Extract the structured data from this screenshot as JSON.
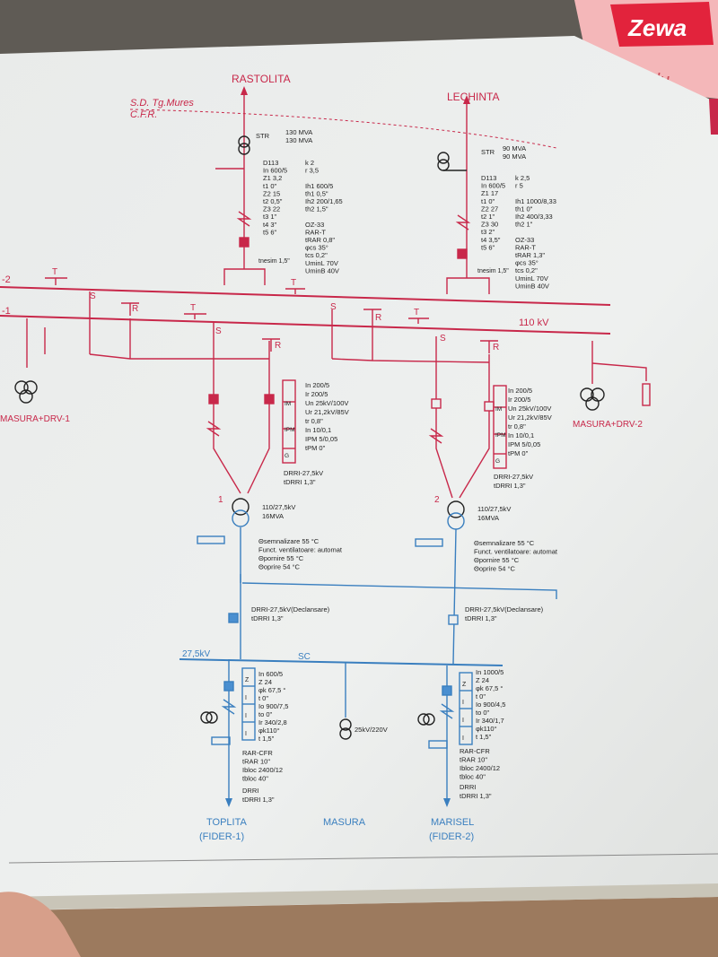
{
  "colors": {
    "paper": "#eceeee",
    "red": "#c8284a",
    "blue": "#3a7fbf",
    "black": "#222222",
    "box_blue": "#4a8fd0"
  },
  "header": {
    "rastolita": "RASTOLITA",
    "lechinta": "LECHINTA",
    "sd": "S.D. Tg.Mures",
    "cfr": "C.F.R."
  },
  "left_line": {
    "str_label": "STR",
    "str1": "130 MVA",
    "str2": "130 MVA",
    "params_a": [
      "D113",
      "In 600/5",
      "Z1 3,2",
      "t1 0\"",
      "Z2 15",
      "t2 0,5\"",
      "Z3 22",
      "t3 1\"",
      "t4 3\"",
      "t5 6\""
    ],
    "params_b": [
      "k 2",
      "r 3,5",
      "",
      "Ih1 600/5",
      "th1 0,5\"",
      "Ih2 200/1,65",
      "th2 1,5\"",
      "",
      "OZ-33",
      "RAR-T",
      "tRAR 0,8\"",
      "φcs 35°",
      "tcs 0,2\"",
      "UminL 70V",
      "UminB 40V"
    ],
    "tnesim": "tnesim 1,5\""
  },
  "right_line": {
    "str_label": "STR",
    "str1": "90 MVA",
    "str2": "90 MVA",
    "params_a": [
      "D113",
      "In 600/5",
      "Z1 17",
      "t1 0\"",
      "Z2 27",
      "t2 1\"",
      "Z3 30",
      "t3 2\"",
      "t4 3,5\"",
      "t5 6\""
    ],
    "params_b": [
      "k 2,5",
      "r 5",
      "",
      "Ih1 1000/8,33",
      "th1 0\"",
      "Ih2 400/3,33",
      "th2 1\"",
      "",
      "OZ-33",
      "RAR-T",
      "tRAR 1,3\"",
      "φcs 35°",
      "tcs 0,2\"",
      "UminL 70V",
      "UminB 40V"
    ],
    "tnesim": "tnesim 1,5\""
  },
  "busbar": {
    "left2": "-2",
    "left1": "-1",
    "voltage": "110 kV",
    "t1": "T",
    "t2": "T",
    "t3": "T",
    "t4": "T",
    "s1": "S",
    "s2": "S",
    "s3": "S",
    "s4": "S",
    "r1": "R",
    "r2": "R",
    "r3": "R",
    "r4": "R",
    "masura_left": "MASURA+DRV-1",
    "masura_right": "MASURA+DRV-2"
  },
  "tr1": {
    "box": [
      "IM",
      "IPM",
      "G"
    ],
    "params": [
      "In 200/5",
      "Ir 200/5",
      "Un 25kV/100V",
      "Ur 21,2kV/85V",
      "tr 0,8\"",
      "In 10/0,1",
      "IPM 5/0,05",
      "tPM 0\""
    ],
    "drri": "DRRI-27,5kV",
    "tdrri": "tDRRI 1,3\"",
    "num": "1",
    "rating1": "110/27,5kV",
    "rating2": "16MVA",
    "thermal": [
      "Θsemnalizare 55 °C",
      "Funct. ventilatoare: automat",
      "Θpornire 55 °C",
      "Θoprire 54 °C"
    ],
    "drri_dec": "DRRI-27,5kV(Declansare)",
    "tdrri_dec": "tDRRI 1,3\""
  },
  "tr2": {
    "box": [
      "IM",
      "IPM",
      "G"
    ],
    "params": [
      "In 200/5",
      "Ir 200/5",
      "Un 25kV/100V",
      "Ur 21,2kV/85V",
      "tr 0,8\"",
      "In 10/0,1",
      "IPM 5/0,05",
      "tPM 0\""
    ],
    "drri": "DRRI-27,5kV",
    "tdrri": "tDRRI 1,3\"",
    "num": "2",
    "rating1": "110/27,5kV",
    "rating2": "16MVA",
    "thermal": [
      "Θsemnalizare 55 °C",
      "Funct. ventilatoare: automat",
      "Θpornire 55 °C",
      "Θoprire 54 °C"
    ],
    "drri_dec": "DRRI-27,5kV(Declansare)",
    "tdrri_dec": "tDRRI 1,3\""
  },
  "lv": {
    "bus_label": "27,5kV",
    "sc": "SC",
    "aux": "25kV/220V",
    "masura": "MASURA"
  },
  "feeder1": {
    "box": [
      "Z",
      "I",
      "I",
      "I"
    ],
    "params": [
      "In 600/5",
      "Z 24",
      "φk 67,5 °",
      "t 0\"",
      "Io 900/7,5",
      "to 0\"",
      "Ir 340/2,8",
      "φk110°",
      "t 1,5\""
    ],
    "rar": [
      "RAR-CFR",
      "tRAR 10\"",
      "Ibloc 2400/12",
      "tbloc 40\""
    ],
    "drri": "DRRI",
    "tdrri": "tDRRI 1,3\"",
    "name": "TOPLITA",
    "fider": "(FIDER-1)"
  },
  "feeder2": {
    "box": [
      "Z",
      "I",
      "I",
      "I"
    ],
    "params": [
      "In 1000/5",
      "Z 24",
      "φk 67,5 °",
      "t 0\"",
      "Io 900/4,5",
      "to 0\"",
      "Ir 340/1,7",
      "φk110°",
      "t 1,5\""
    ],
    "rar": [
      "RAR-CFR",
      "tRAR 10\"",
      "Ibloc 2400/12",
      "tbloc 40\""
    ],
    "drri": "DRRI",
    "tdrri": "tDRRI 1,3\"",
    "name": "MARISEL",
    "fider": "(FIDER-2)"
  },
  "brand": {
    "logo": "Zewa",
    "sub": "Delu"
  }
}
